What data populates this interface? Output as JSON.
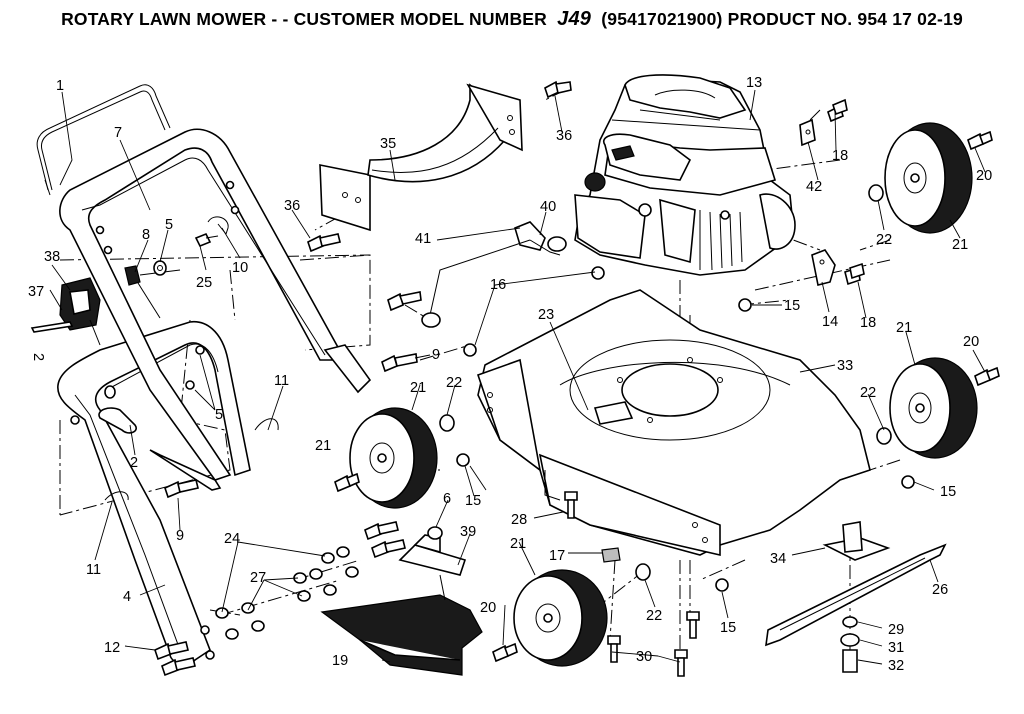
{
  "title": {
    "prefix": "ROTARY LAWN MOWER - - CUSTOMER MODEL NUMBER",
    "model": "J49",
    "suffix": "(95417021900) PRODUCT NO. 954 17 02-19"
  },
  "side_mark": "2",
  "callouts": [
    "1",
    "7",
    "38",
    "37",
    "8",
    "5",
    "25",
    "10",
    "36",
    "35",
    "36",
    "40",
    "41",
    "16",
    "13",
    "18",
    "42",
    "20",
    "22",
    "21",
    "15",
    "14",
    "18",
    "23",
    "33",
    "21",
    "20",
    "9",
    "11",
    "5",
    "2",
    "9",
    "11",
    "4",
    "12",
    "24",
    "27",
    "21",
    "22",
    "15",
    "6",
    "39",
    "28",
    "17",
    "34",
    "26",
    "21",
    "20",
    "19",
    "22",
    "15",
    "30",
    "29",
    "31",
    "32",
    "15",
    "22",
    "21"
  ]
}
